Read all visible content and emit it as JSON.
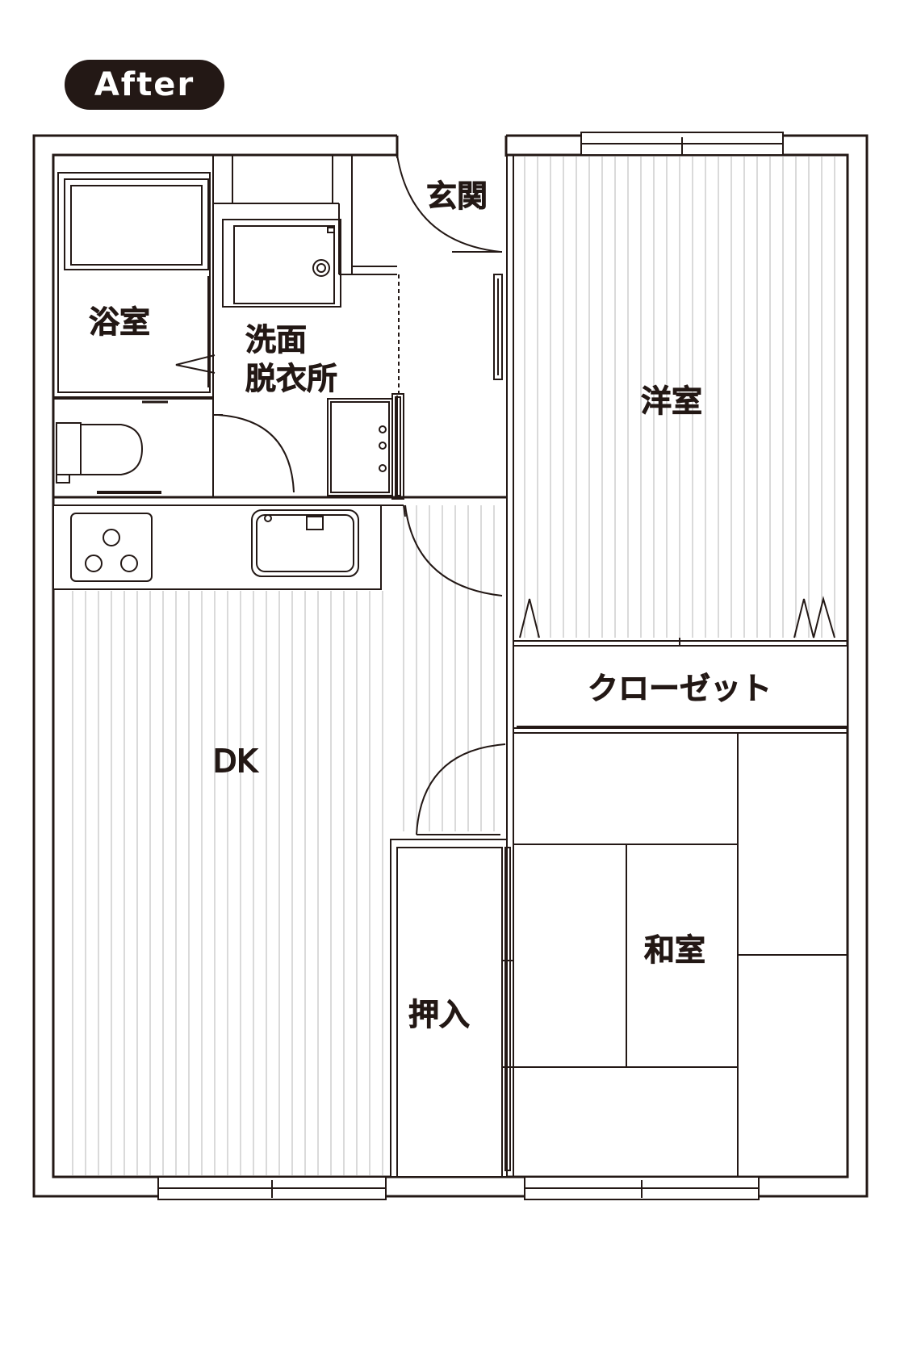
{
  "badge": {
    "label": "After"
  },
  "rooms": {
    "bathroom": "浴室",
    "washroom_line1": "洗面",
    "washroom_line2": "脱衣所",
    "entrance": "玄関",
    "western_room": "洋室",
    "closet": "クローゼット",
    "dk": "DK",
    "japanese_room": "和室",
    "oshiire": "押入"
  },
  "colors": {
    "ink": "#231815",
    "floor_lines": "#b5b5b5"
  }
}
